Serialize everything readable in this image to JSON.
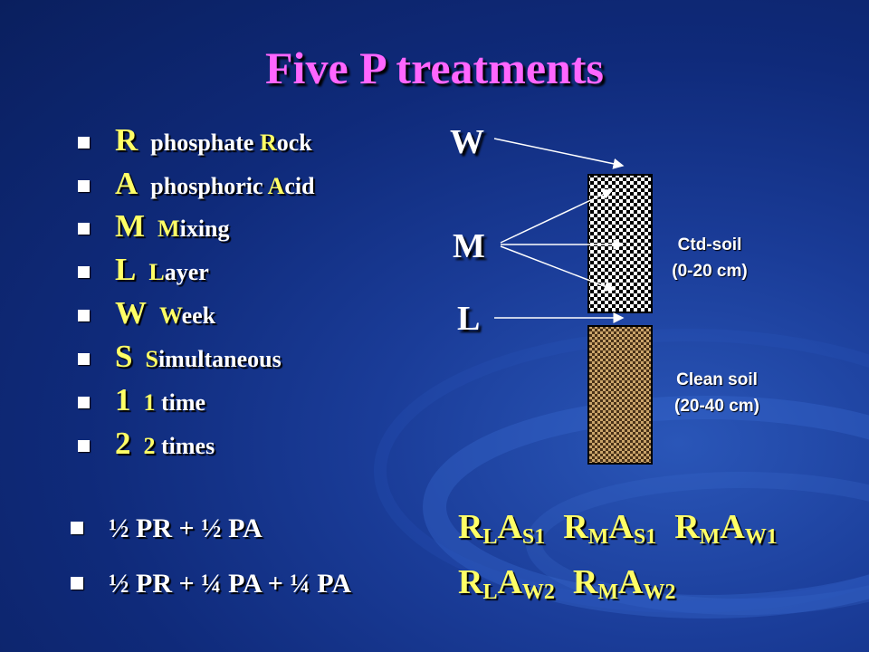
{
  "title": "Five P treatments",
  "legend": [
    {
      "code": "R",
      "first": "",
      "first_hl": "phosphate ",
      "rest_hl": "R",
      "rest": "ock"
    },
    {
      "code": "A",
      "first": "",
      "first_hl": "phosphoric ",
      "rest_hl": "A",
      "rest": "cid"
    },
    {
      "code": "M",
      "first": "",
      "first_hl": "",
      "rest_hl": "M",
      "rest": "ixing"
    },
    {
      "code": "L",
      "first": "",
      "first_hl": "",
      "rest_hl": "L",
      "rest": "ayer"
    },
    {
      "code": "W",
      "first": "",
      "first_hl": "",
      "rest_hl": "W",
      "rest": "eek"
    },
    {
      "code": "S",
      "first": "",
      "first_hl": "",
      "rest_hl": "S",
      "rest": "imultaneous"
    },
    {
      "code": "1",
      "first": "",
      "first_hl": "",
      "rest_hl": "1",
      "rest": " time"
    },
    {
      "code": "2",
      "first": "",
      "first_hl": "",
      "rest_hl": "2",
      "rest": " times"
    }
  ],
  "diagram": {
    "label_w": "W",
    "label_m": "M",
    "label_l": "L",
    "upper_label": [
      "Ctd-soil",
      "(0-20 cm)"
    ],
    "lower_label": [
      "Clean soil",
      "(20-40 cm)"
    ]
  },
  "combos": [
    {
      "text": "½ PR + ½ PA",
      "codes": [
        {
          "a": "R",
          "a_sub": "L",
          "b": "A",
          "b_sub": "S1"
        },
        {
          "a": "R",
          "a_sub": "M",
          "b": "A",
          "b_sub": "S1"
        },
        {
          "a": "R",
          "a_sub": "M",
          "b": "A",
          "b_sub": "W1"
        }
      ]
    },
    {
      "text": "½ PR + ¼ PA + ¼ PA",
      "codes": [
        {
          "a": "R",
          "a_sub": "L",
          "b": "A",
          "b_sub": "W2"
        },
        {
          "a": "R",
          "a_sub": "M",
          "b": "A",
          "b_sub": "W2"
        }
      ]
    }
  ],
  "colors": {
    "title": "#ff66ff",
    "highlight": "#ffff66",
    "background": "#0f2a7a"
  }
}
